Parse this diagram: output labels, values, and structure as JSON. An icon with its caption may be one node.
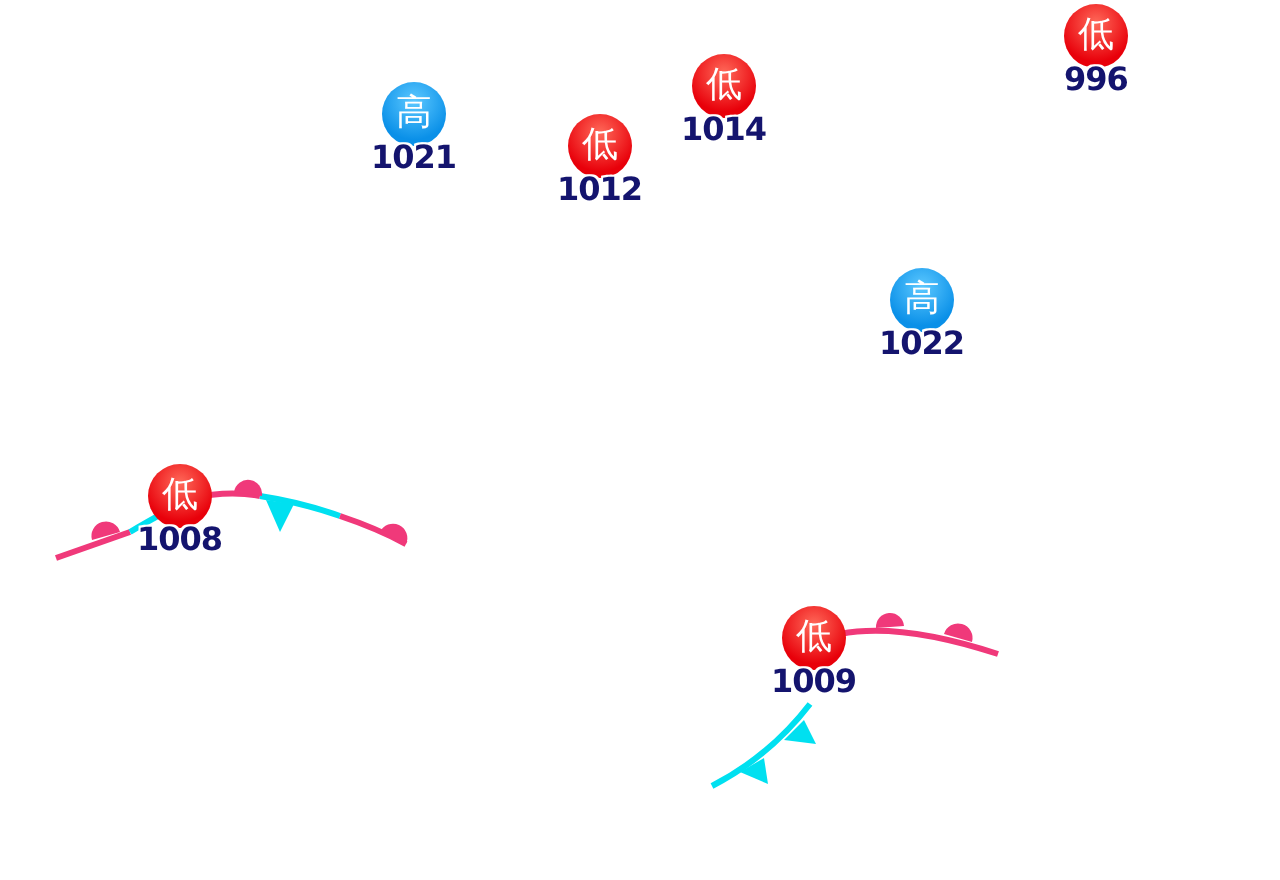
{
  "diagram": {
    "nodes": [
      {
        "text": [
          "低"
        ],
        "beside": [
          "996"
        ]
      },
      {
        "text": [
          "低"
        ],
        "beside": [
          "1014"
        ]
      },
      {
        "text": [
          "高"
        ],
        "beside": [
          "1021"
        ]
      },
      {
        "text": [
          "低"
        ],
        "beside": [
          "1012"
        ]
      },
      {
        "text": [
          "高"
        ],
        "beside": [
          "1022"
        ]
      },
      {
        "text": [
          "低"
        ],
        "beside": [
          "1008"
        ]
      },
      {
        "text": [
          "低"
        ],
        "beside": [
          "1009"
        ]
      }
    ]
  }
}
